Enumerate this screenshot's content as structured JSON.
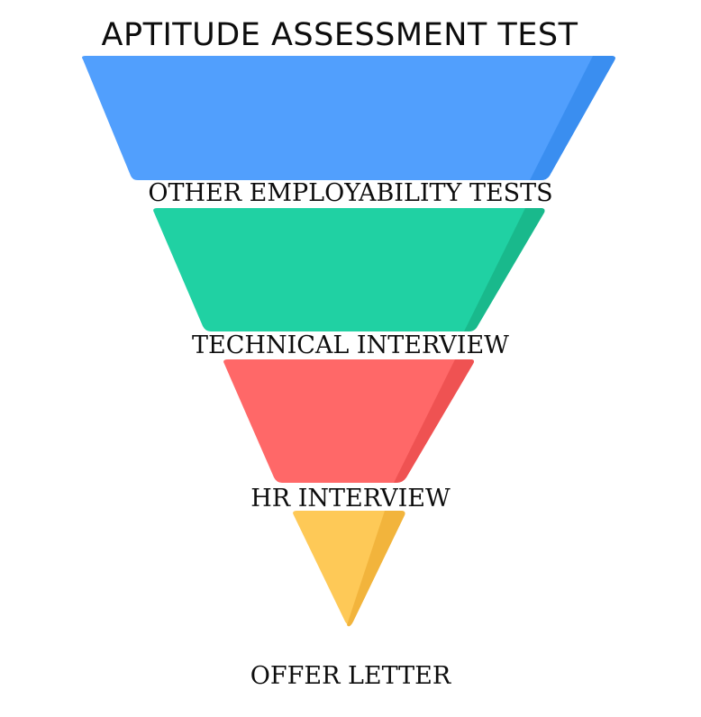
{
  "stages": [
    {
      "label": "APTITUDE ASSESSMENT TEST",
      "color": "#519ffd",
      "shade": "#3a8ef0"
    },
    {
      "label": "OTHER EMPLOYABILITY TESTS",
      "color": "#20d1a3",
      "shade": "#19b98c"
    },
    {
      "label": "TECHNICAL INTERVIEW",
      "color": "#ff6868",
      "shade": "#ef5252"
    },
    {
      "label": "HR INTERVIEW",
      "color": "#fec957",
      "shade": "#f2b43c"
    },
    {
      "label": "OFFER LETTER"
    }
  ]
}
